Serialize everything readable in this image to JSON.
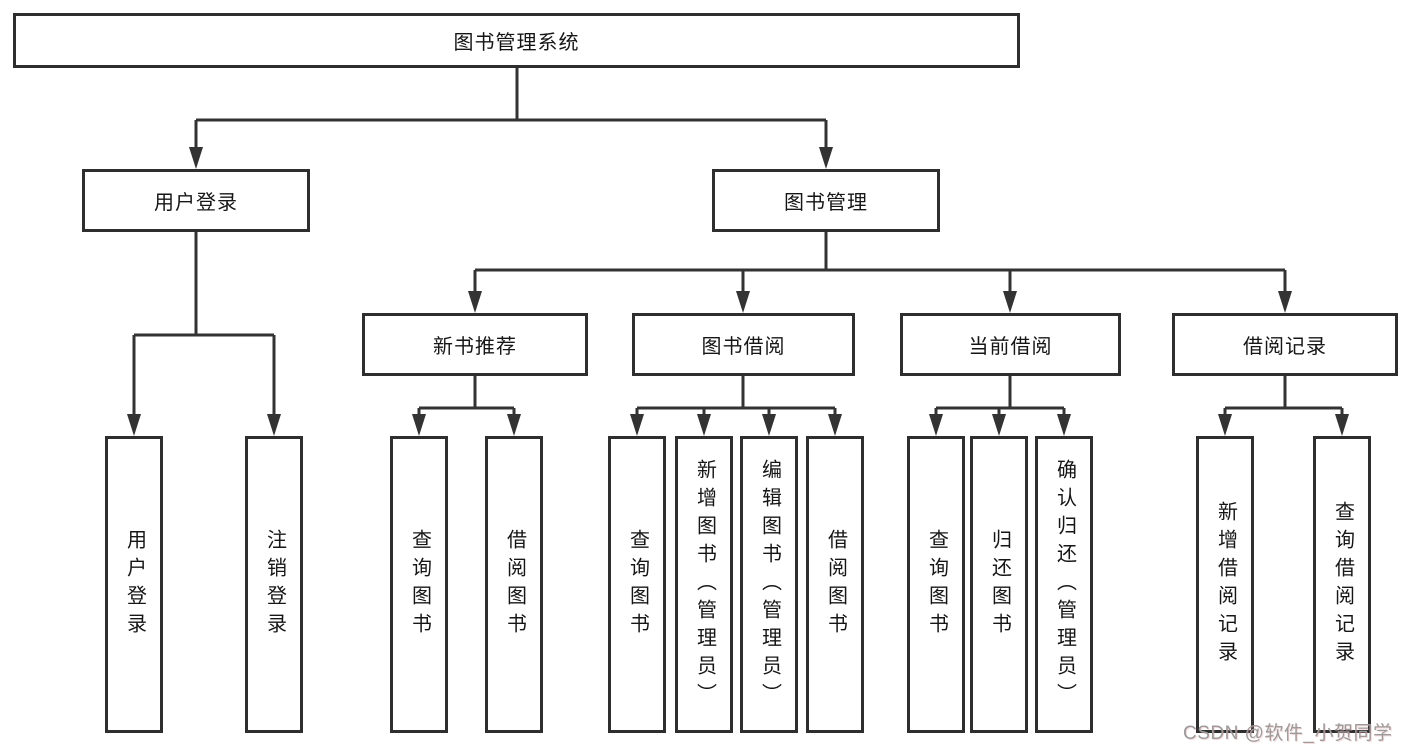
{
  "diagram_type": "hierarchy-tree",
  "tree": {
    "root": "图书管理系统",
    "children": [
      {
        "label": "用户登录",
        "children": [
          "用户登录",
          "注销登录"
        ]
      },
      {
        "label": "图书管理",
        "children": [
          {
            "label": "新书推荐",
            "children": [
              "查询图书",
              "借阅图书"
            ]
          },
          {
            "label": "图书借阅",
            "children": [
              "查询图书",
              "新增图书（管理员）",
              "编辑图书（管理员）",
              "借阅图书"
            ]
          },
          {
            "label": "当前借阅",
            "children": [
              "查询图书",
              "归还图书",
              "确认归还（管理员）"
            ]
          },
          {
            "label": "借阅记录",
            "children": [
              "新增借阅记录",
              "查询借阅记录"
            ]
          }
        ]
      }
    ]
  },
  "watermark": {
    "text": "CSDN @软件_小贺同学"
  },
  "colors": {
    "line": "#333333",
    "box_border": "#2e2e2e",
    "box_fill": "#ffffff",
    "text": "#161616",
    "watermark": "#9b9b9b",
    "background": "#ffffff"
  }
}
